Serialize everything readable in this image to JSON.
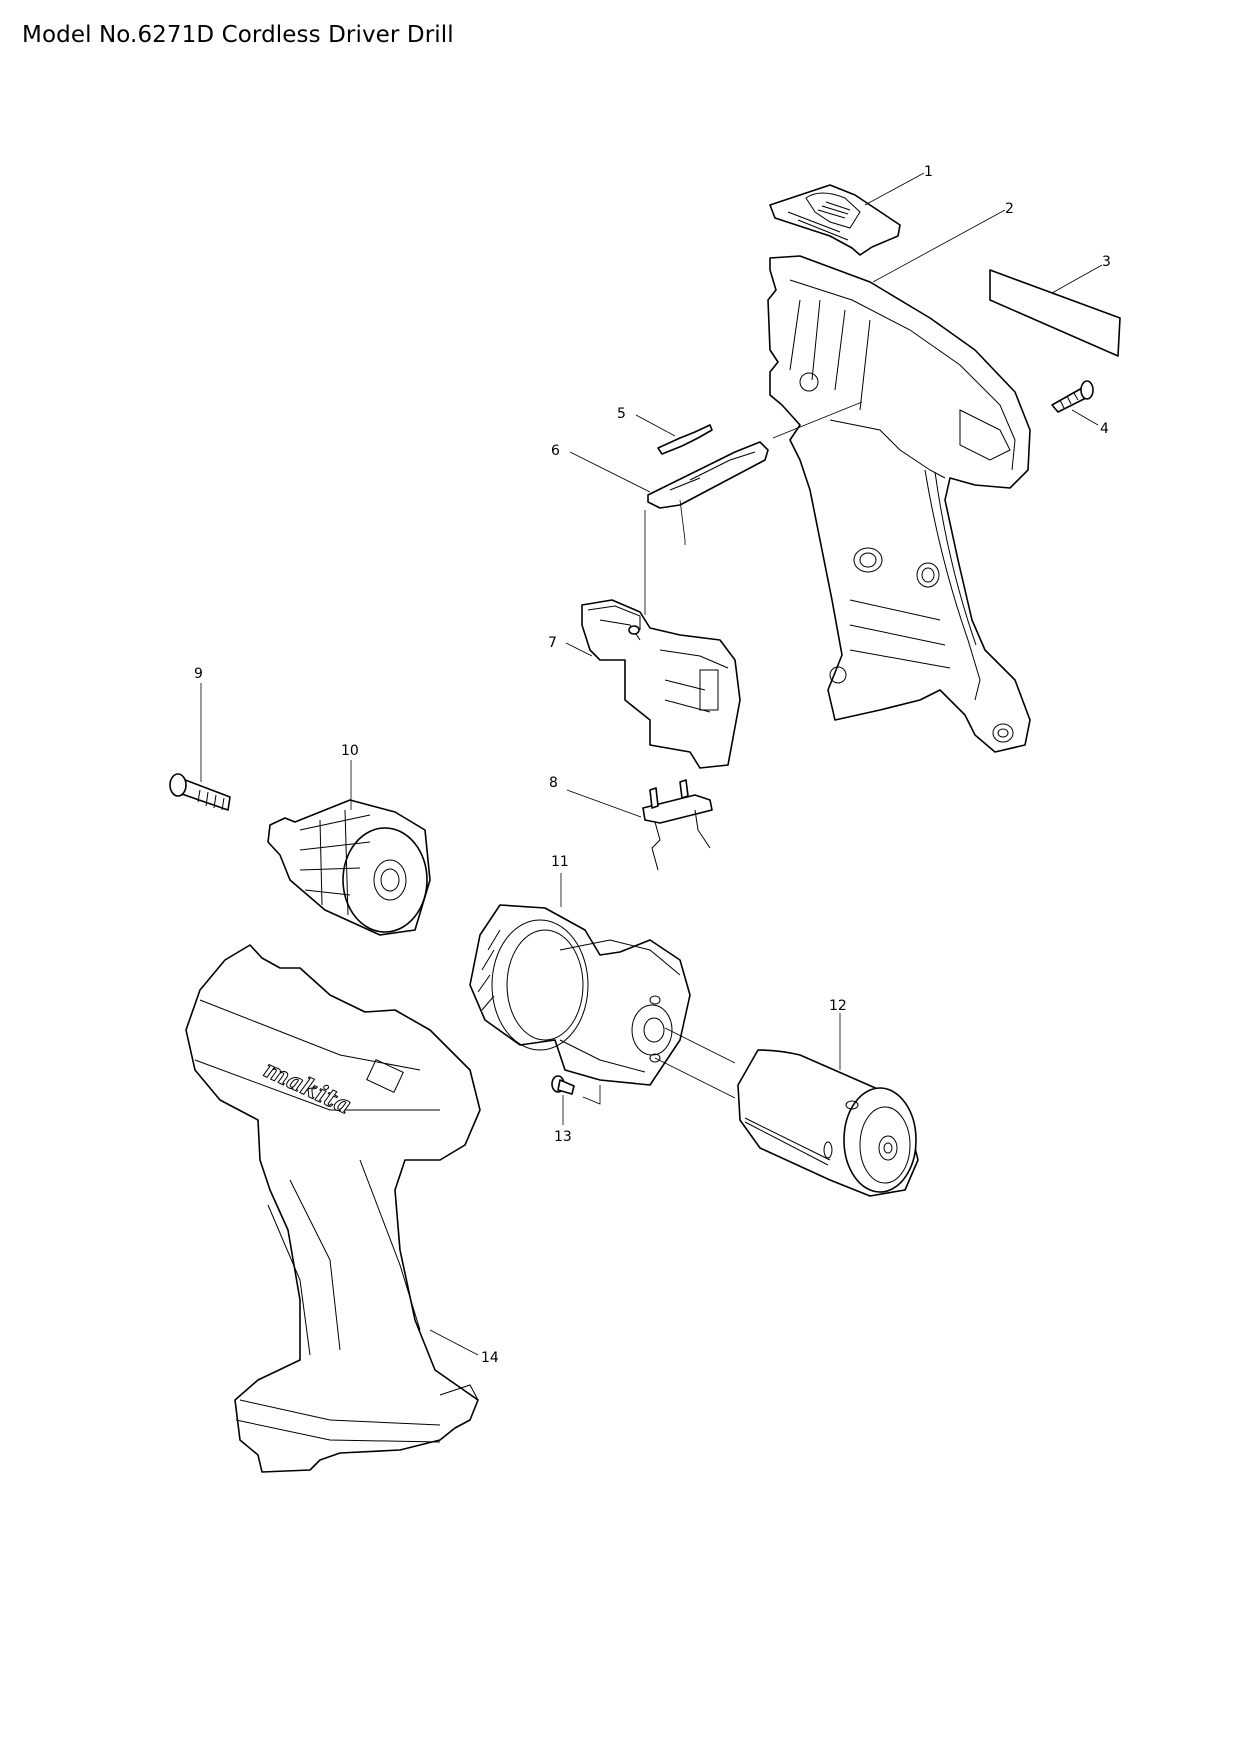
{
  "page": {
    "title": "Model No.6271D Cordless Driver Drill"
  },
  "diagram": {
    "type": "exploded-parts-view",
    "colors": {
      "line": "#000000",
      "background": "#ffffff"
    },
    "callouts": [
      {
        "no": "1",
        "part": "switch-lever-cover",
        "label": "1"
      },
      {
        "no": "2",
        "part": "housing-half-right",
        "label": "2"
      },
      {
        "no": "3",
        "part": "name-plate-strip",
        "label": "3"
      },
      {
        "no": "4",
        "part": "tapping-screw",
        "label": "4"
      },
      {
        "no": "5",
        "part": "leaf-spring",
        "label": "5"
      },
      {
        "no": "6",
        "part": "change-lever",
        "label": "6"
      },
      {
        "no": "7",
        "part": "switch",
        "label": "7"
      },
      {
        "no": "8",
        "part": "terminal",
        "label": "8"
      },
      {
        "no": "9",
        "part": "flat-head-screw",
        "label": "9"
      },
      {
        "no": "10",
        "part": "keyless-drill-chuck",
        "label": "10"
      },
      {
        "no": "11",
        "part": "gear-assembly",
        "label": "11"
      },
      {
        "no": "12",
        "part": "dc-motor",
        "label": "12"
      },
      {
        "no": "13",
        "part": "pan-head-screw",
        "label": "13"
      },
      {
        "no": "14",
        "part": "housing-set",
        "label": "14"
      }
    ],
    "brand_mark": "makita"
  }
}
